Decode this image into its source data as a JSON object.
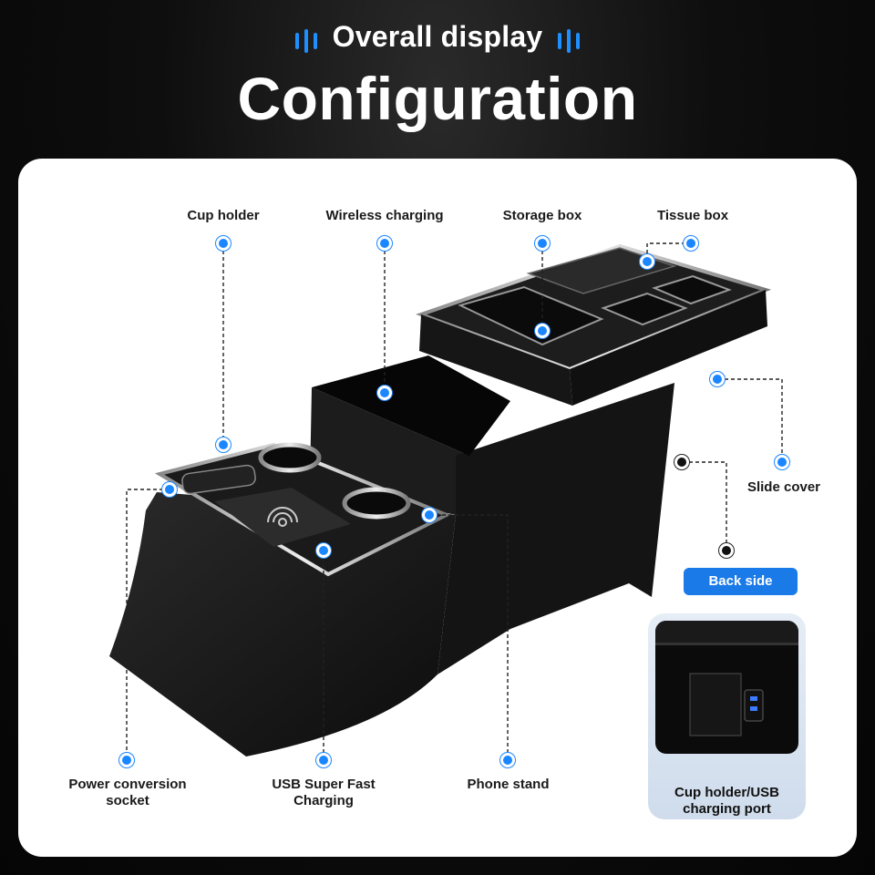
{
  "header": {
    "subtitle": "Overall display",
    "title": "Configuration"
  },
  "labels": {
    "cup_holder": "Cup holder",
    "wireless_charging": "Wireless charging",
    "storage_box": "Storage box",
    "tissue_box": "Tissue box",
    "slide_cover": "Slide cover",
    "back_side": "Back side",
    "power_conversion_line1": "Power conversion",
    "power_conversion_line2": "socket",
    "usb_line1": "USB Super Fast",
    "usb_line2": "Charging",
    "phone_stand": "Phone stand",
    "inset_line1": "Cup holder/USB",
    "inset_line2": "charging port"
  },
  "colors": {
    "accent": "#1a86ff",
    "button": "#1a7ae8",
    "background": "#080808",
    "panel": "#ffffff"
  }
}
